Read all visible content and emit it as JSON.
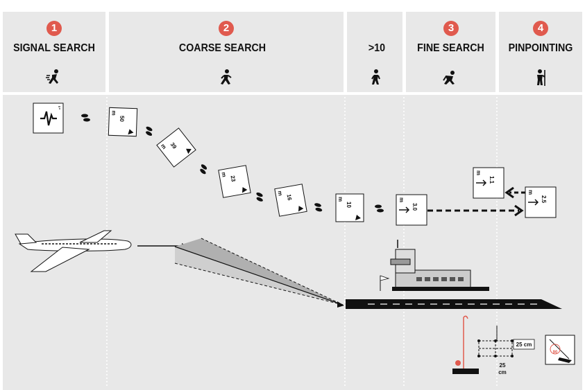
{
  "header": {
    "steps": [
      {
        "number": "1",
        "title": "SIGNAL SEARCH",
        "icon": "running-person-icon"
      },
      {
        "number": "2",
        "title": "COARSE SEARCH",
        "icon": "walking-person-icon"
      },
      {
        "number": "",
        "title": ">10",
        "icon": "slow-walking-person-icon"
      },
      {
        "number": "3",
        "title": "FINE SEARCH",
        "icon": "crouching-person-icon"
      },
      {
        "number": "4",
        "title": "PINPOINTING",
        "icon": "probing-person-icon"
      }
    ]
  },
  "beacon_displays": [
    {
      "distance": "50",
      "unit": "m"
    },
    {
      "distance": "39",
      "unit": "m"
    },
    {
      "distance": "23",
      "unit": "m"
    },
    {
      "distance": "16",
      "unit": "m"
    },
    {
      "distance": "10",
      "unit": "m"
    },
    {
      "distance": "3.0",
      "unit": "m"
    },
    {
      "distance": "1.1",
      "unit": "m"
    },
    {
      "distance": "2.5",
      "unit": "m"
    }
  ],
  "pinpoint_grid": {
    "label_horizontal": "25 cm",
    "label_vertical_line1": "25",
    "label_vertical_line2": "cm",
    "probe_angle": "90"
  },
  "colors": {
    "accent": "#e05a4e",
    "panel": "#e8e8e8",
    "ink": "#111111"
  }
}
